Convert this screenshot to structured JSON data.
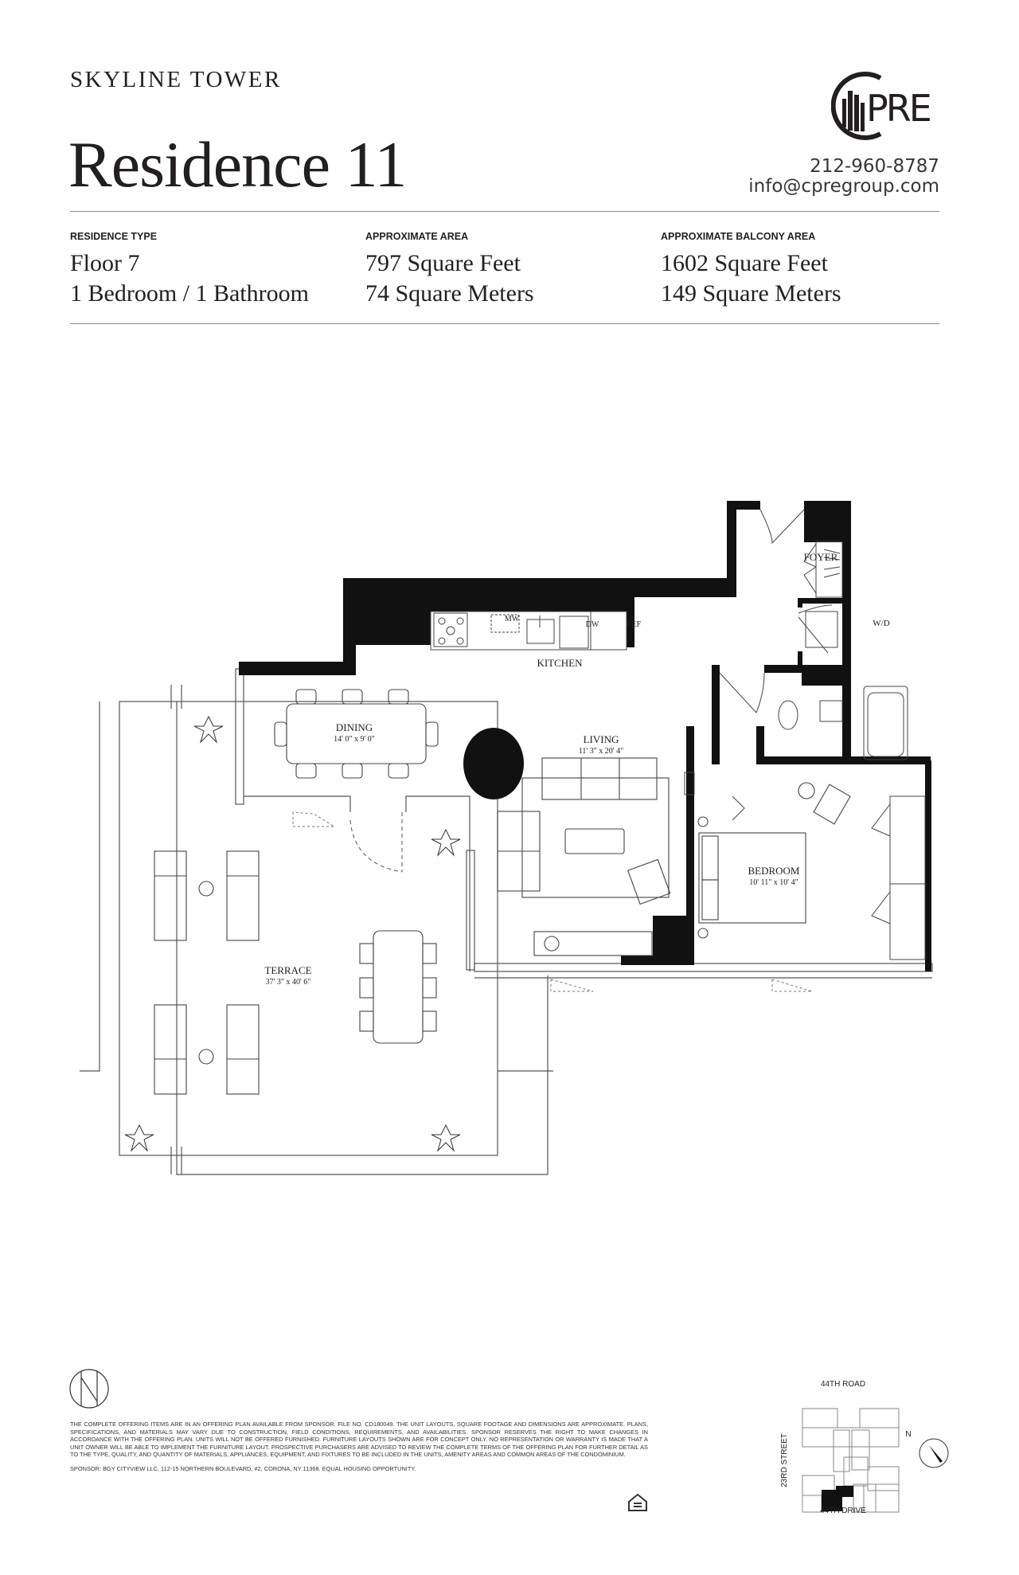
{
  "header": {
    "building": "SKYLINE TOWER",
    "residence": "Residence 11",
    "logo_text": "PRE",
    "phone": "212-960-8787",
    "email": "info@cpregroup.com"
  },
  "specs": [
    {
      "label": "RESIDENCE TYPE",
      "line1": "Floor 7",
      "line2": "1 Bedroom / 1 Bathroom"
    },
    {
      "label": "APPROXIMATE AREA",
      "line1": "797 Square Feet",
      "line2": "74 Square Meters"
    },
    {
      "label": "APPROXIMATE BALCONY AREA",
      "line1": "1602 Square Feet",
      "line2": "149 Square Meters"
    }
  ],
  "plan": {
    "rooms": {
      "kitchen": "KITCHEN",
      "foyer": "FOYER",
      "wd": "W/D",
      "mw": "MW",
      "dw": "DW",
      "ref": "REF",
      "dining": "DINING",
      "dining_dim": "14' 0\" x 9' 0\"",
      "living": "LIVING",
      "living_dim": "11' 3\" x 20' 4\"",
      "bedroom": "BEDROOM",
      "bedroom_dim": "10' 11\" x 10' 4\"",
      "terrace": "TERRACE",
      "terrace_dim": "37' 3\" x 40' 6\""
    }
  },
  "footer": {
    "disclaimer": "THE COMPLETE OFFERING ITEMS ARE IN AN OFFERING PLAN AVAILABLE FROM SPONSOR. FILE NO. CD180049. THE UNIT LAYOUTS, SQUARE FOOTAGE AND DIMENSIONS ARE APPROXIMATE. PLANS, SPECIFICATIONS, AND MATERIALS MAY VARY DUE TO CONSTRUCTION, FIELD CONDITIONS, REQUIREMENTS, AND AVAILABILITIES. SPONSOR RESERVES THE RIGHT TO MAKE CHANGES IN ACCORDANCE WITH THE OFFERING PLAN. UNITS WILL NOT BE OFFERED FURNISHED. FURNITURE LAYOUTS SHOWN ARE FOR CONCEPT ONLY. NO REPRESENTATION OR WARRANTY IS MADE THAT A UNIT OWNER WILL BE ABLE TO IMPLEMENT THE FURNITURE LAYOUT. PROSPECTIVE PURCHASERS ARE ADVISED TO REVIEW THE COMPLETE TERMS OF THE OFFERING PLAN FOR FURTHER DETAIL AS TO THE TYPE, QUALITY, AND QUANTITY OF MATERIALS, APPLIANCES, EQUIPMENT, AND FIXTURES TO BE INCLUDED IN THE UNITS, AMENITY AREAS AND COMMON AREAS OF THE CONDOMINIUM.",
    "sponsor": "SPONSOR: BGY CITYVIEW LLC, 112-15 NORTHERN BOULEVARD, #2, CORONA, NY 11368. EQUAL HOUSING OPPORTUNITY.",
    "keyplan": {
      "north_street": "44TH ROAD",
      "south_street": "44TH DRIVE",
      "west_street": "23RD STREET",
      "north_label": "N"
    }
  }
}
